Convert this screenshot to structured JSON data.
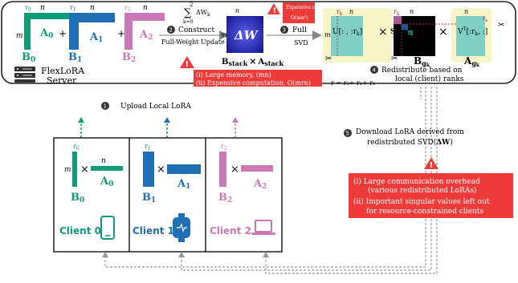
{
  "server": {
    "label": "FlexLoRA",
    "label2": "Server",
    "blocks": [
      {
        "a": "A",
        "a_sub": "0",
        "b": "B",
        "b_sub": "0",
        "rank": "r",
        "rank_sub": "0",
        "color": "#0f9a78"
      },
      {
        "a": "A",
        "a_sub": "1",
        "b": "B",
        "b_sub": "1",
        "rank": "r",
        "rank_sub": "1",
        "color": "#1e6fb3"
      },
      {
        "a": "A",
        "a_sub": "2",
        "b": "B",
        "b_sub": "2",
        "rank": "r",
        "rank_sub": "2",
        "color": "#cc77b8"
      }
    ],
    "dim_m": "m",
    "dim_n": "n",
    "plus": "+",
    "step2_num": "2",
    "step2_label": "Construct",
    "step2_label2": "Full-Weight Update",
    "sum_top": "2",
    "sum_expr": "ΔW",
    "sum_sub": "k",
    "sum_bottom": "k=0",
    "delta_w": "ΔW",
    "stack_label": "B",
    "stack_sub": "stack",
    "times": "×",
    "stack_label_a": "A",
    "stack_sub_a": "stack",
    "warn_top": "Expensive computation",
    "warn_top2": "O(mn²)",
    "warn_mid_1": "(i) Large memory, (mn)",
    "warn_mid_2": "(ii) Expensive computation, O(mrn)",
    "step3_num": "3",
    "step3_label": "Full",
    "step3_label2": "SVD",
    "svd_u": "U[: , :r",
    "svd_u_sub": "k",
    "svd_u_end": "]",
    "svd_s": "S[:r",
    "svd_s_sub1": "k",
    "svd_s_mid": ", :r",
    "svd_s_sub2": "k",
    "svd_s_end": "]",
    "svd_v": "V",
    "svd_v_sup": "T",
    "svd_v_rest": "[:r",
    "svd_v_sub": "k",
    "svd_v_end": ", :]",
    "svd_rank": "r",
    "svd_rank_sub": "k",
    "b_gk": "B",
    "b_gk_sub": "g",
    "b_gk_subsub": "k",
    "a_gk": "A",
    "a_gk_sub": "g",
    "a_gk_subsub": "k",
    "r_sum": "r = r₀+ r₁+ r₂",
    "step4_num": "4",
    "step4_label": "Redistribute based on",
    "step4_label2": "local (client) ranks"
  },
  "step1_num": "1",
  "step1_label": "Upload Local LoRA",
  "step5_num": "5",
  "step5_label": "Download LoRA derived from",
  "step5_label2": "redistributed SVD(",
  "step5_delta": "ΔW",
  "step5_end": ")",
  "warn_bottom_1": "(i) Large communication overhead",
  "warn_bottom_1b": "(various redistributed LoRAs)",
  "warn_bottom_2": "(ii) Important singular values left out",
  "warn_bottom_2b": "for resource-constrained clients",
  "clients": [
    {
      "name": "Client 0",
      "b": "B",
      "b_sub": "0",
      "a": "A",
      "a_sub": "0",
      "rank": "r",
      "rank_sub": "0",
      "color": "#0f9a78",
      "device": "phone-icon"
    },
    {
      "name": "Client 1",
      "b": "B",
      "b_sub": "1",
      "a": "A",
      "a_sub": "1",
      "rank": "r",
      "rank_sub": "1",
      "color": "#1e6fb3",
      "device": "smartwatch-icon"
    },
    {
      "name": "Client 2",
      "b": "B",
      "b_sub": "2",
      "a": "A",
      "a_sub": "2",
      "rank": "r",
      "rank_sub": "2",
      "color": "#cc77b8",
      "device": "laptop-icon"
    }
  ],
  "client_dim_m": "m",
  "client_dim_n": "n",
  "client_times": "×",
  "colors": {
    "warning": "#ef3a3a",
    "yellow": "#f7f4c8",
    "teal": "#7fcfc4",
    "navy": "#1d1f9e"
  }
}
